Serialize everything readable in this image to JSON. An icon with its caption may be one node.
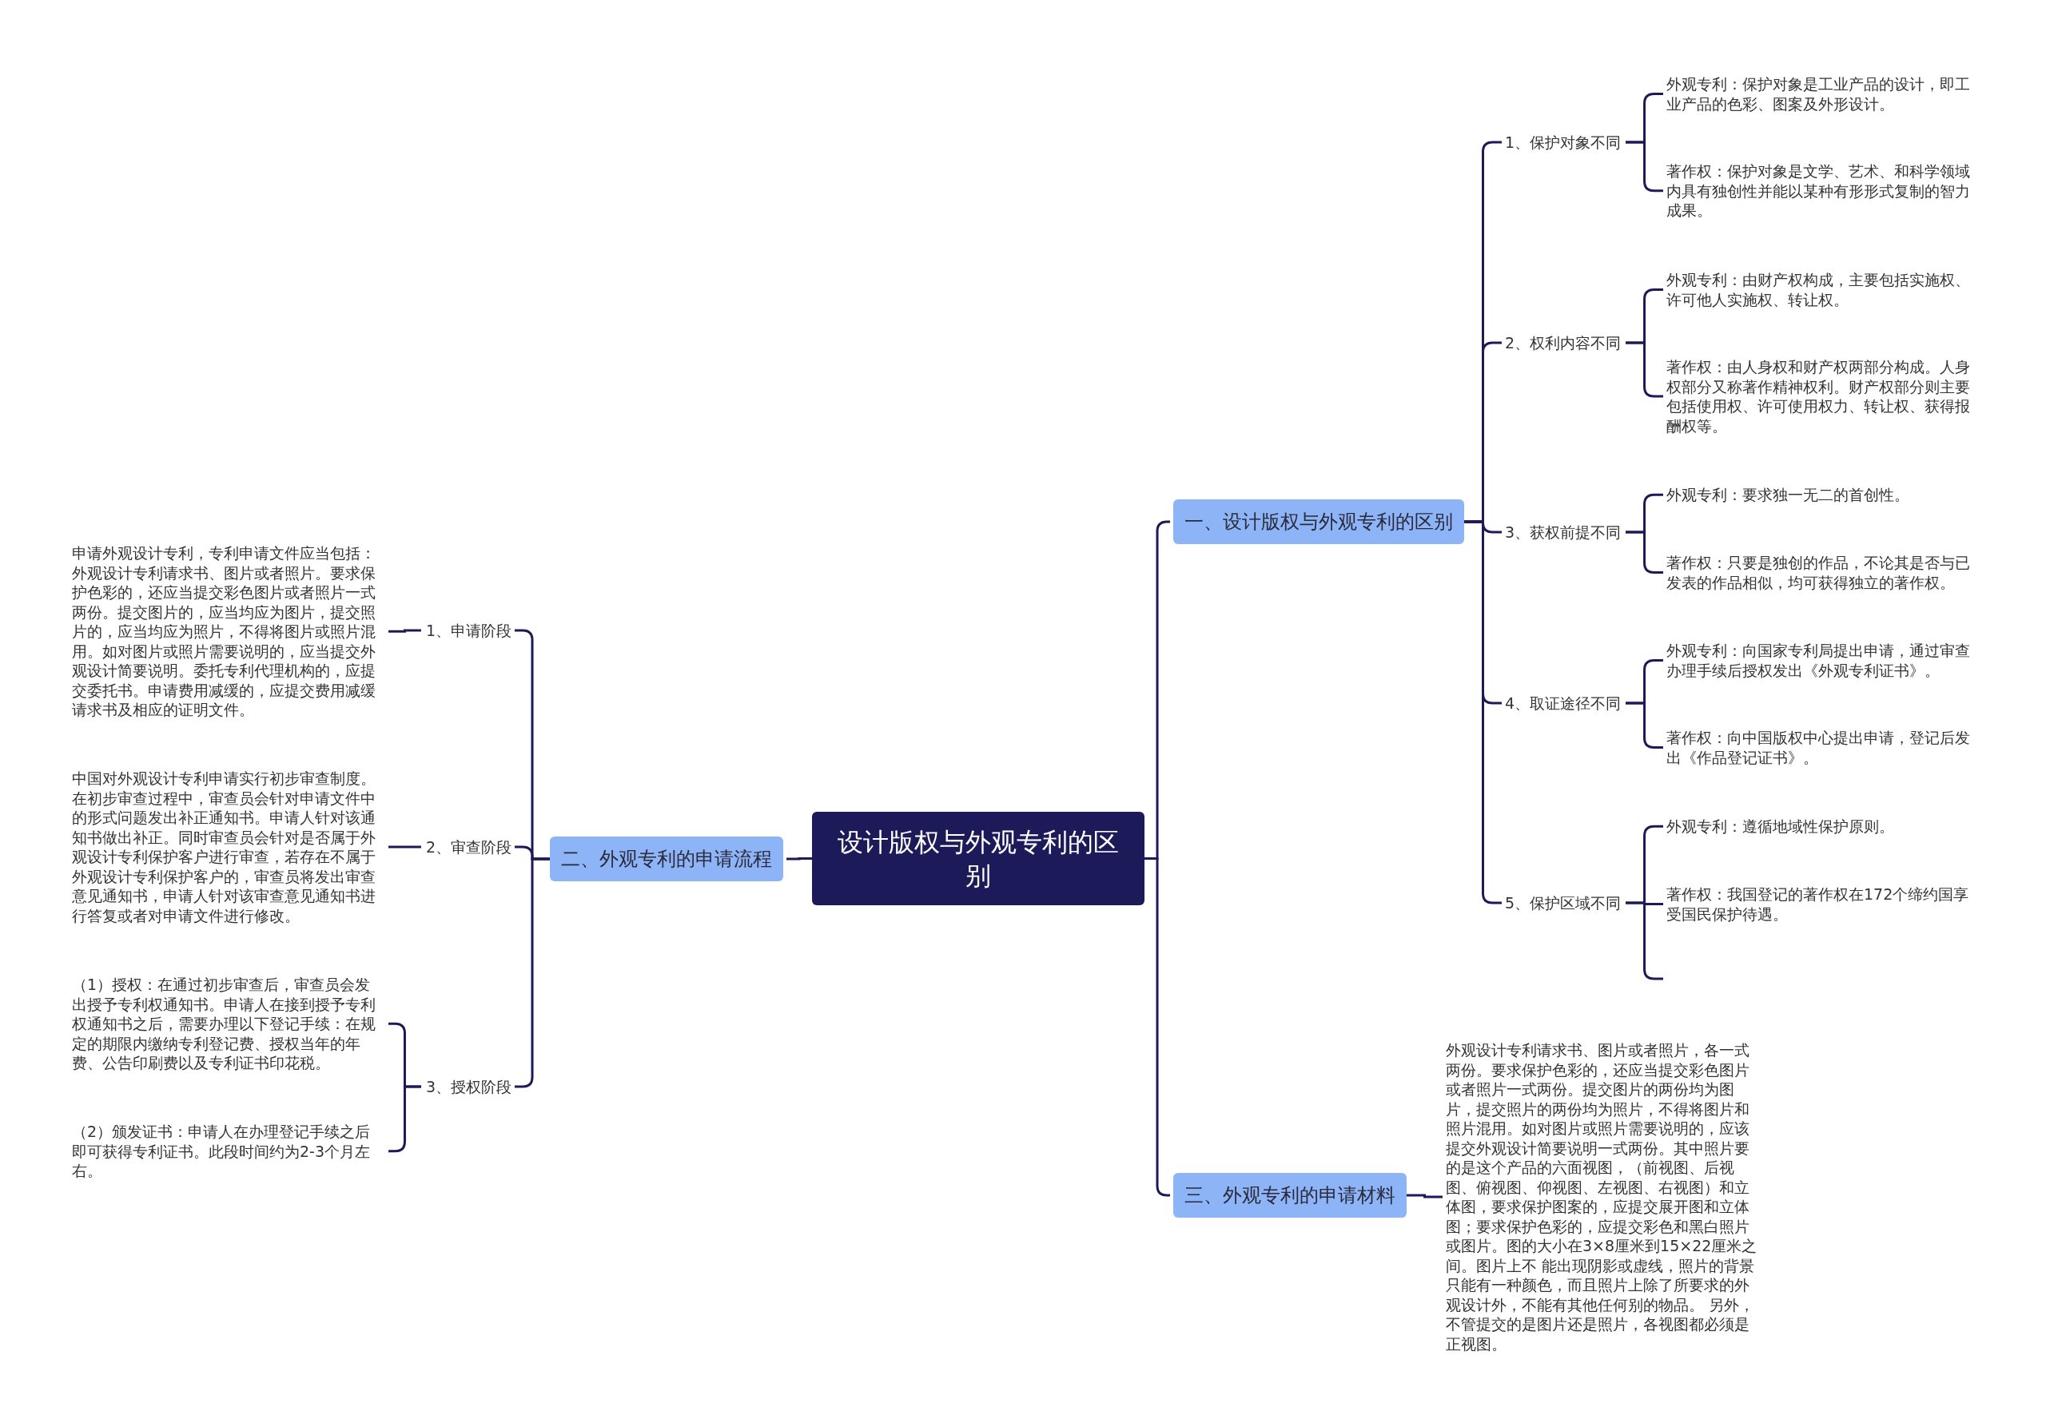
{
  "diagram": {
    "nodes": [
      {
        "text": [
          "设计版权与外观专利的区别"
        ]
      },
      {
        "text": [
          "一、设计版权与外观专利的区别"
        ]
      },
      {
        "text": [
          "1、保护对象不同"
        ]
      },
      {
        "text": [
          "外观专利：保护对象是工业产品的设计，即工业产品的色彩、图案及外形设计。"
        ]
      },
      {
        "text": [
          "著作权：保护对象是文学、艺术、和科学领域内具有独创性并能以某种有形形式复制的智力成果。"
        ]
      },
      {
        "text": [
          "2、权利内容不同"
        ]
      },
      {
        "text": [
          "外观专利：由财产权构成，主要包括实施权、许可他人实施权、转让权。"
        ]
      },
      {
        "text": [
          "著作权：由人身权和财产权两部分构成。人身权部分又称著作精神权利。财产权部分则主要包括使用权、许可使用权力、转让权、获得报酬权等。"
        ]
      },
      {
        "text": [
          "3、获权前提不同"
        ]
      },
      {
        "text": [
          "外观专利：要求独一无二的首创性。"
        ]
      },
      {
        "text": [
          "著作权：只要是独创的作品，不论其是否与已发表的作品相似，均可获得独立的著作权。"
        ]
      },
      {
        "text": [
          "4、取证途径不同"
        ]
      },
      {
        "text": [
          "外观专利：向国家专利局提出申请，通过审查办理手续后授权发出《外观专利证书》。"
        ]
      },
      {
        "text": [
          "著作权：向中国版权中心提出申请，登记后发出《作品登记证书》。"
        ]
      },
      {
        "text": [
          "5、保护区域不同"
        ]
      },
      {
        "text": [
          "外观专利：遵循地域性保护原则。"
        ]
      },
      {
        "text": [
          "著作权：我国登记的著作权在172个缔约国享受国民保护待遇。"
        ]
      },
      {
        "text": [
          "二、外观专利的申请流程"
        ]
      },
      {
        "text": [
          "1、申请阶段"
        ]
      },
      {
        "text": [
          "申请外观设计专利，专利申请文件应当包括：外观设计专利请求书、图片或者照片。要求保护色彩的，还应当提交彩色图片或者照片一式两份。提交图片的，应当均应为图片，提交照片的，应当均应为照片，不得将图片或照片混用。如对图片或照片需要说明的，应当提交外观设计简要说明。委托专利代理机构的，应提交委托书。申请费用减缓的，应提交费用减缓请求书及相应的证明文件。"
        ]
      },
      {
        "text": [
          "2、审查阶段"
        ]
      },
      {
        "text": [
          "中国对外观设计专利申请实行初步审查制度。在初步审查过程中，审查员会针对申请文件中的形式问题发出补正通知书。申请人针对该通知书做出补正。同时审查员会针对是否属于外观设计专利保护客户进行审查，若存在不属于外观设计专利保护客户的，审查员将发出审查意见通知书，申请人针对该审查意见通知书进行答复或者对申请文件进行修改。"
        ]
      },
      {
        "text": [
          "3、授权阶段"
        ]
      },
      {
        "text": [
          "（1）授权：在通过初步审查后，审查员会发出授予专利权通知书。申请人在接到授予专利权通知书之后，需要办理以下登记手续：在规定的期限内缴纳专利登记费、授权当年的年费、公告印刷费以及专利证书印花税。"
        ]
      },
      {
        "text": [
          "（2）颁发证书：申请人在办理登记手续之后即可获得专利证书。此段时间约为2-3个月左右。"
        ]
      },
      {
        "text": [
          "三、外观专利的申请材料"
        ]
      },
      {
        "text": [
          "外观设计专利请求书、图片或者照片，各一式两份。要求保护色彩的，还应当提交彩色图片或者照片一式两份。提交图片的两份均为图片，提交照片的两份均为照片，不得将图片和照片混用。如对图片或照片需要说明的，应该提交外观设计简要说明一式两份。其中照片要的是这个产品的六面视图，（前视图、后视图、俯视图、仰视图、左视图、右视图）和立体图，要求保护图案的，应提交展开图和立体图；要求保护色彩的，应提交彩色和黑白照片或图片。图的大小在3×8厘米到15×22厘米之间。图片上不 能出现阴影或虚线，照片的背景只能有一种颜色，而且照片上除了所要求的外观设计外，不能有其他任何别的物品。 另外，不管提交的是图片还是照片，各视图都必须是正视图。"
        ]
      }
    ],
    "edges": [
      {
        "from": 0,
        "to": 1,
        "arrow": "none"
      },
      {
        "from": 1,
        "to": 2,
        "arrow": "none"
      },
      {
        "from": 2,
        "to": 3,
        "arrow": "none"
      },
      {
        "from": 2,
        "to": 4,
        "arrow": "none"
      },
      {
        "from": 1,
        "to": 5,
        "arrow": "none"
      },
      {
        "from": 5,
        "to": 6,
        "arrow": "none"
      },
      {
        "from": 5,
        "to": 7,
        "arrow": "none"
      },
      {
        "from": 1,
        "to": 8,
        "arrow": "none"
      },
      {
        "from": 8,
        "to": 9,
        "arrow": "none"
      },
      {
        "from": 8,
        "to": 10,
        "arrow": "none"
      },
      {
        "from": 1,
        "to": 11,
        "arrow": "none"
      },
      {
        "from": 11,
        "to": 12,
        "arrow": "none"
      },
      {
        "from": 11,
        "to": 13,
        "arrow": "none"
      },
      {
        "from": 1,
        "to": 14,
        "arrow": "none"
      },
      {
        "from": 14,
        "to": 15,
        "arrow": "none"
      },
      {
        "from": 14,
        "to": 16,
        "arrow": "none"
      },
      {
        "from": 0,
        "to": 17,
        "arrow": "none"
      },
      {
        "from": 17,
        "to": 18,
        "arrow": "none"
      },
      {
        "from": 18,
        "to": 19,
        "arrow": "none"
      },
      {
        "from": 17,
        "to": 20,
        "arrow": "none"
      },
      {
        "from": 20,
        "to": 21,
        "arrow": "none"
      },
      {
        "from": 17,
        "to": 22,
        "arrow": "none"
      },
      {
        "from": 22,
        "to": 23,
        "arrow": "none"
      },
      {
        "from": 22,
        "to": 24,
        "arrow": "none"
      },
      {
        "from": 0,
        "to": 25,
        "arrow": "none"
      },
      {
        "from": 25,
        "to": 26,
        "arrow": "none"
      }
    ]
  }
}
